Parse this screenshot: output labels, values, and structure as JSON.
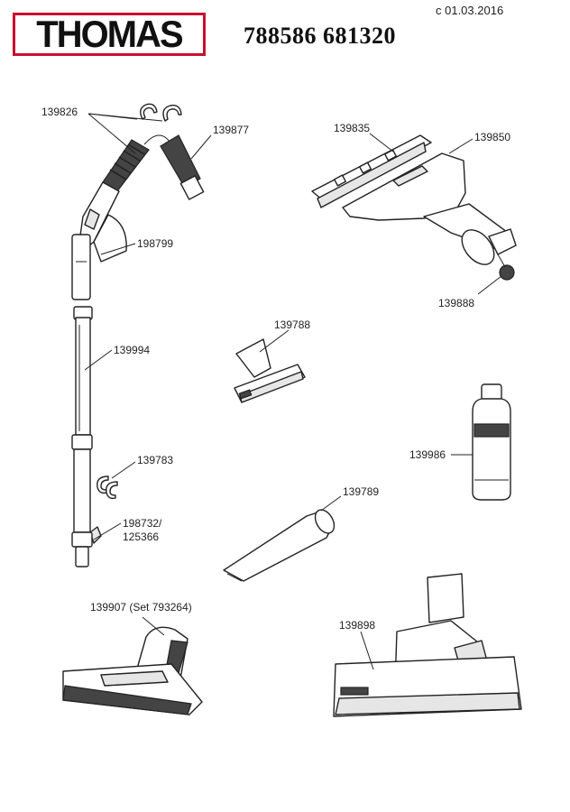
{
  "header": {
    "brand": "THOMAS",
    "document_number": "788586 681320",
    "date": "c 01.03.2016"
  },
  "parts": {
    "hose_clips": "139826",
    "hose_connector": "139877",
    "handle_part": "198799",
    "extension_tube": "139994",
    "tube_clips": "139783",
    "tube_lock_line1": "198732/",
    "tube_lock_line2": "125366",
    "parquet_nozzle": "139835",
    "wet_nozzle": "139850",
    "nozzle_cap": "139888",
    "upholstery_nozzle": "139788",
    "detergent_bottle": "139986",
    "crevice_nozzle": "139789",
    "brush_nozzle": "139907 (Set 793264)",
    "floor_nozzle": "139898"
  }
}
